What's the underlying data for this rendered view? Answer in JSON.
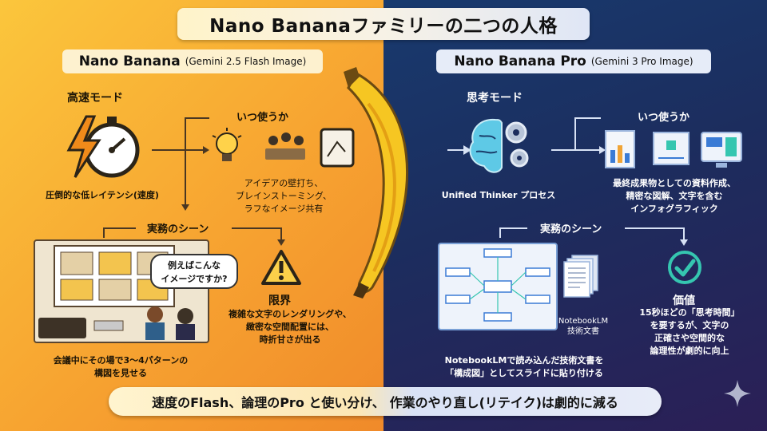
{
  "title": "Nano Bananaファミリーの二つの人格",
  "left": {
    "header_main": "Nano Banana",
    "header_sub": "(Gemini 2.5 Flash Image)",
    "mode_label": "高速モード",
    "mode_caption": "圧倒的な低レイテンシ(速度)",
    "when_label": "いつ使うか",
    "when_caption_1": "アイデアの壁打ち、",
    "when_caption_2": "ブレインストーミング、",
    "when_caption_3": "ラフなイメージ共有",
    "scene_label": "実務のシーン",
    "bubble_1": "例えばこんな",
    "bubble_2": "イメージですか?",
    "scene_caption_1": "会議中にその場で3〜4パターンの",
    "scene_caption_2": "構図を見せる",
    "limit_label": "限界",
    "limit_caption_1": "複雑な文字のレンダリングや、",
    "limit_caption_2": "緻密な空間配置には、",
    "limit_caption_3": "時折甘さが出る"
  },
  "right": {
    "header_main": "Nano Banana Pro",
    "header_sub": "(Gemini 3 Pro Image)",
    "mode_label": "思考モード",
    "mode_caption": "Unified Thinker プロセス",
    "when_label": "いつ使うか",
    "when_caption_1": "最終成果物としての資料作成、",
    "when_caption_2": "精密な図解、文字を含む",
    "when_caption_3": "インフォグラフィック",
    "scene_label": "実務のシーン",
    "doc_label_1": "NotebookLM",
    "doc_label_2": "技術文書",
    "scene_caption_1": "NotebookLMで読み込んだ技術文書を",
    "scene_caption_2": "「構成図」としてスライドに貼り付ける",
    "value_label": "価値",
    "value_caption_1": "15秒ほどの「思考時間」",
    "value_caption_2": "を要するが、文字の",
    "value_caption_3": "正確さや空間的な",
    "value_caption_4": "論理性が劇的に向上"
  },
  "bottom_left": "速度のFlash、論理のPro と使い分け、",
  "bottom_right": "作業のやり直し(リテイク)は劇的に減る",
  "colors": {
    "left_bg": "#f7a431",
    "right_bg": "#1c2d5e",
    "banana": "#f6c622",
    "accent_teal": "#35c6b0",
    "accent_purple": "#8a6fe0"
  }
}
